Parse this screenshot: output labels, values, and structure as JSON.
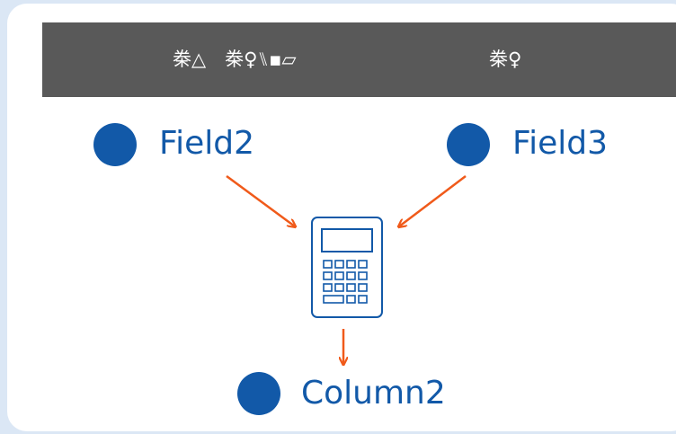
{
  "header": {
    "left_text": "桊△　桊♀⑊▪▱",
    "right_text": "桊♀"
  },
  "nodes": {
    "field_a": "Field2",
    "field_b": "Field3",
    "result": "Column2"
  },
  "icons": {
    "calculator": "calculator-icon"
  },
  "colors": {
    "frame_bg": "#dbe7f5",
    "header_bg": "#595959",
    "node_blue": "#1259a8",
    "arrow_orange": "#f05a1a"
  }
}
